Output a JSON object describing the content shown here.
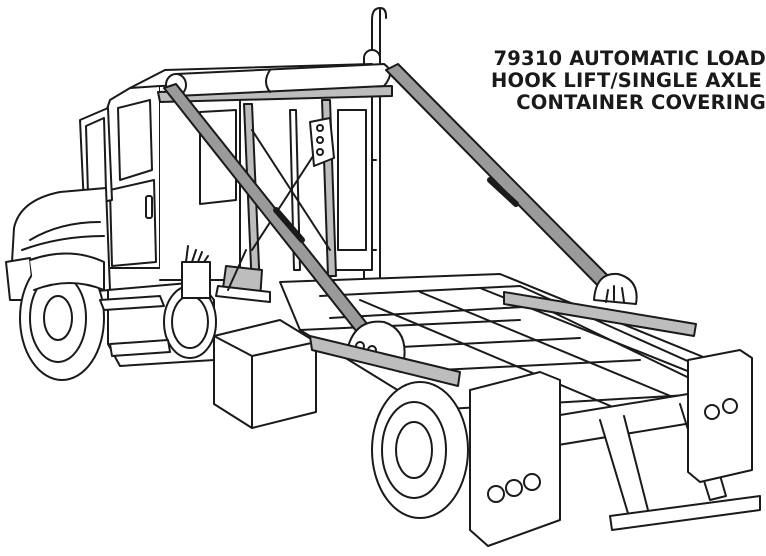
{
  "caption": {
    "line1": "79310 AUTOMATIC LOAD",
    "line2": "HOOK LIFT/SINGLE AXLE",
    "line3": "CONTAINER COVERING"
  },
  "colors": {
    "line": "#1a1a1a",
    "fill": "#ffffff",
    "tarp_arm": "#9a9a9a",
    "shade": "#bdbdbd"
  },
  "icons": [
    "exhaust-stack",
    "cab",
    "front-wheel",
    "rear-wheel",
    "fuel-tank",
    "battery-box",
    "tarp-roll",
    "gantry-frame",
    "swing-arm",
    "pivot-plate",
    "mud-flap",
    "tail-lights",
    "hook-lift-frame"
  ]
}
